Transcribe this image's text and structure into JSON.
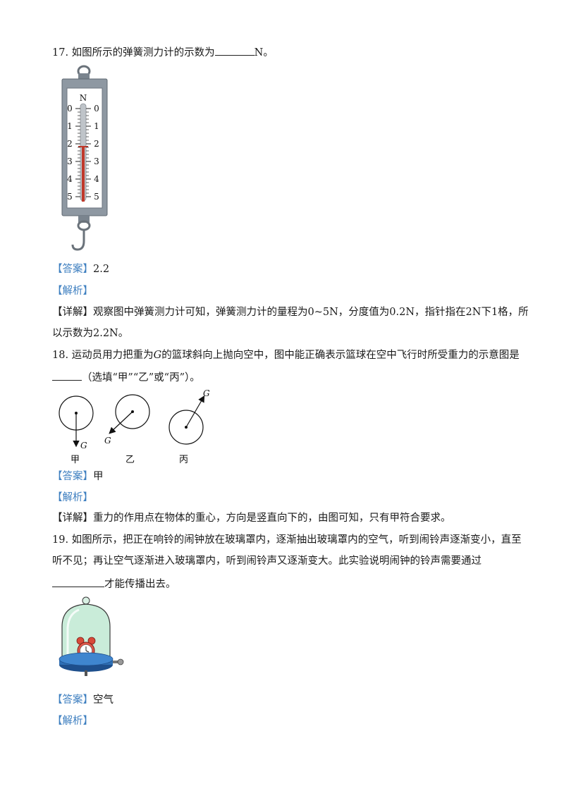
{
  "q17": {
    "num": "17.",
    "text_before": "如图所示的弹簧测力计的示数为",
    "text_after": "N。",
    "figure": {
      "unit": "N",
      "ticks_left": [
        "0",
        "1",
        "2",
        "3",
        "4",
        "5"
      ],
      "ticks_right": [
        "0",
        "1",
        "2",
        "3",
        "4",
        "5"
      ]
    },
    "answer_tag": "【答案】",
    "answer": "2.2",
    "analysis_tag": "【解析】",
    "detail_tag": "【详解】",
    "detail_line1": "观察图中弹簧测力计可知，弹簧测力计的量程为0~5N，分度值为0.2N，指针指在2N下1格，所",
    "detail_line2": "以示数为2.2N。"
  },
  "q18": {
    "num": "18.",
    "text_a": "运动员用力把重为",
    "g_letter": "G",
    "text_b": "的篮球斜向上抛向空中，图中能正确表示篮球在空中飞行时所受重力的示意图是",
    "line2": "（选填“甲”“乙”或“丙”）。",
    "figure_labels": {
      "jia": "甲",
      "yi": "乙",
      "bing": "丙",
      "g": "G"
    },
    "answer_tag": "【答案】",
    "answer": "甲",
    "analysis_tag": "【解析】",
    "detail_tag": "【详解】",
    "detail": "重力的作用点在物体的重心，方向是竖直向下的，由图可知，只有甲符合要求。"
  },
  "q19": {
    "num": "19.",
    "line1": "如图所示，把正在响铃的闹钟放在玻璃罩内，逐渐抽出玻璃罩内的空气，听到闹铃声逐渐变小，直至",
    "line2": "听不见；再让空气逐渐进入玻璃罩内，听到闹铃声又逐渐变大。此实验说明闹钟的铃声需要通过",
    "line3": "才能传播出去。",
    "answer_tag": "【答案】",
    "answer": "空气",
    "analysis_tag": "【解析】"
  },
  "colors": {
    "tag": "#3e7fc0",
    "bell_glass": "#c9ecd9",
    "base": "#2e6fb5"
  }
}
